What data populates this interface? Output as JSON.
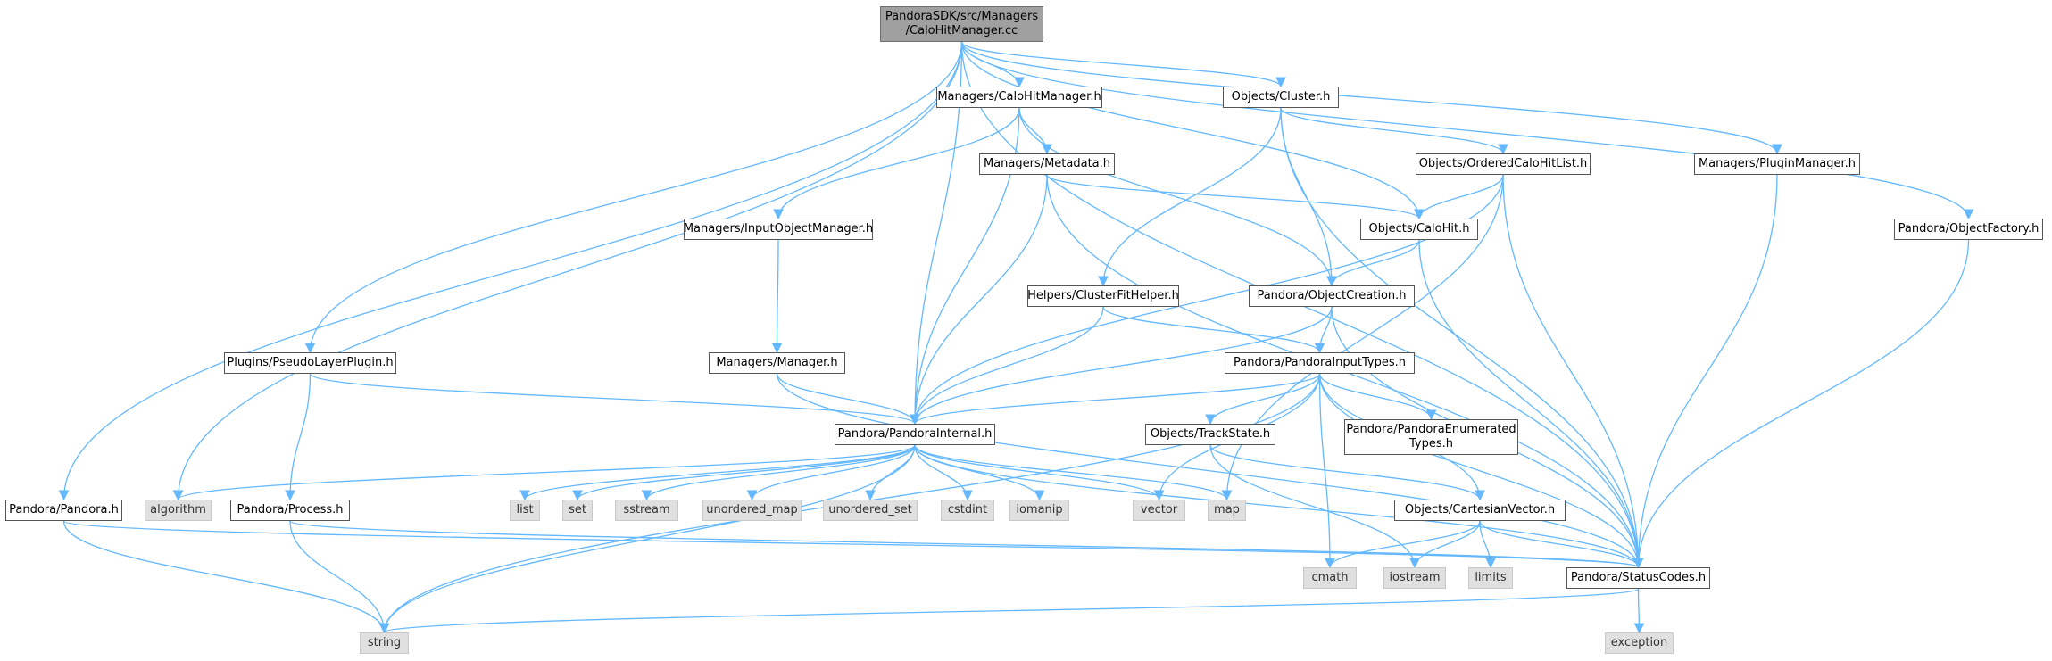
{
  "graph": {
    "root": "PandoraSDK/src/Managers\n/CaloHitManager.cc",
    "edge_color": "#63b8ff",
    "nodes": {
      "root": "PandoraSDK/src/Managers\n/CaloHitManager.cc",
      "m_calohitmanager_h": "Managers/CaloHitManager.h",
      "o_cluster_h": "Objects/Cluster.h",
      "o_orderedcalohitlist_h": "Objects/OrderedCaloHitList.h",
      "m_pluginmanager_h": "Managers/PluginManager.h",
      "m_metadata_h": "Managers/Metadata.h",
      "m_inputobjectmanager_h": "Managers/InputObjectManager.h",
      "o_calohit_h": "Objects/CaloHit.h",
      "p_objectfactory_h": "Pandora/ObjectFactory.h",
      "h_clusterfithelper_h": "Helpers/ClusterFitHelper.h",
      "p_objectcreation_h": "Pandora/ObjectCreation.h",
      "pl_pseudolayerplugin_h": "Plugins/PseudoLayerPlugin.h",
      "m_manager_h": "Managers/Manager.h",
      "p_pandorainputtypes_h": "Pandora/PandoraInputTypes.h",
      "p_pandorainternal_h": "Pandora/PandoraInternal.h",
      "o_trackstate_h": "Objects/TrackState.h",
      "p_pandoraenumeratedtypes_h": "Pandora/PandoraEnumerated\nTypes.h",
      "p_pandora_h": "Pandora/Pandora.h",
      "algorithm": "algorithm",
      "p_process_h": "Pandora/Process.h",
      "list": "list",
      "set": "set",
      "sstream": "sstream",
      "unordered_map": "unordered_map",
      "unordered_set": "unordered_set",
      "cstdint": "cstdint",
      "iomanip": "iomanip",
      "vector": "vector",
      "map": "map",
      "o_cartesianvector_h": "Objects/CartesianVector.h",
      "cmath": "cmath",
      "iostream": "iostream",
      "limits": "limits",
      "p_statuscodes_h": "Pandora/StatusCodes.h",
      "string": "string",
      "exception": "exception"
    }
  }
}
